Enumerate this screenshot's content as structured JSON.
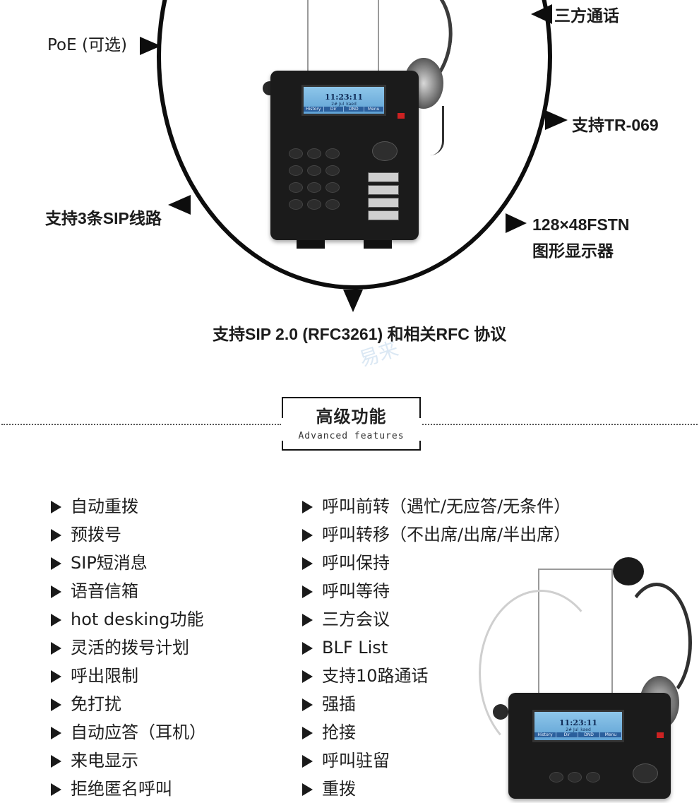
{
  "callouts": {
    "conference": "三方通话",
    "poe": "PoE (可选)",
    "tr069": "支持TR-069",
    "sip_lines": "支持3条SIP线路",
    "display_1": "128×48FSTN",
    "display_2": "图形显示器",
    "sip_protocol": "支持SIP 2.0 (RFC3261) 和相关RFC 协议"
  },
  "phone_lcd": {
    "time": "11:23:11",
    "sub": "2# Jul_kaed",
    "softkeys": [
      "History",
      "Dir",
      "DND",
      "Menu"
    ]
  },
  "watermark": "易来",
  "section": {
    "title": "高级功能",
    "subtitle": "Advanced features"
  },
  "features_left": [
    "自动重拨",
    "预拨号",
    "SIP短消息",
    "语音信箱",
    "hot desking功能",
    "灵活的拨号计划",
    "呼出限制",
    "免打扰",
    "自动应答（耳机）",
    "来电显示",
    "拒绝匿名呼叫"
  ],
  "features_right": [
    "呼叫前转（遇忙/无应答/无条件）",
    "呼叫转移（不出席/出席/半出席）",
    "呼叫保持",
    "呼叫等待",
    "三方会议",
    "BLF List",
    "支持10路通话",
    "强插",
    "抢接",
    "呼叫驻留",
    "重拨"
  ]
}
